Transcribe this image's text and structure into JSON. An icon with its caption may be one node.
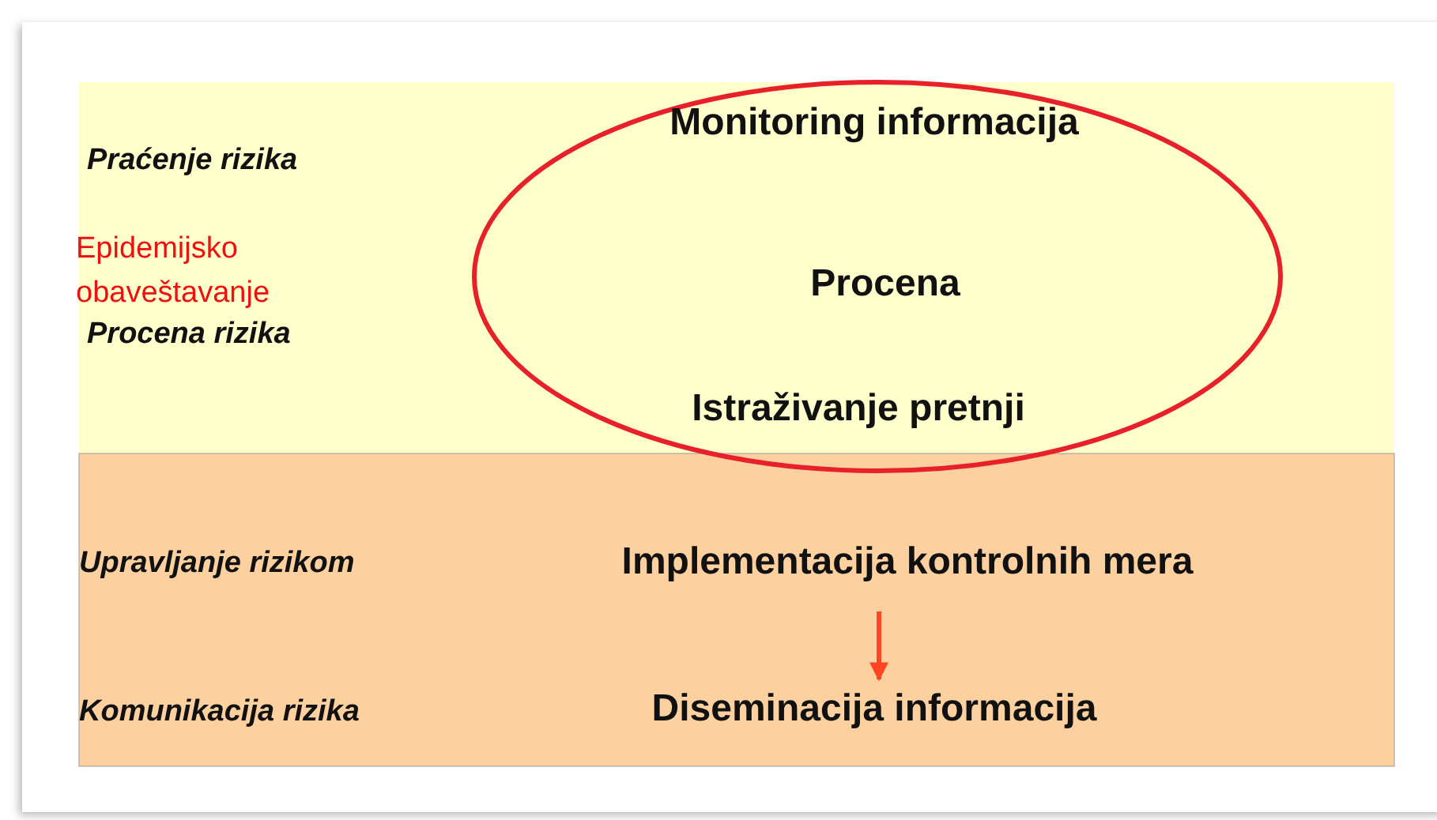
{
  "diagram": {
    "nodes": [
      {
        "text": [
          "Monitoring informacija",
          "Procena",
          "Istraživanje pretnji"
        ]
      },
      {
        "text": [
          "Implementacija kontrolnih mera"
        ]
      },
      {
        "text": [
          "Diseminacija informacija"
        ]
      }
    ],
    "edges": [
      {
        "from": 1,
        "to": 2,
        "arrow": "to",
        "color": "#ff4422"
      }
    ],
    "labels": [
      "Praćenje rizika",
      "Epidemijsko obaveštavanje",
      "Procena rizika",
      "Upravljanje rizikom",
      "Komunikacija rizika"
    ]
  }
}
